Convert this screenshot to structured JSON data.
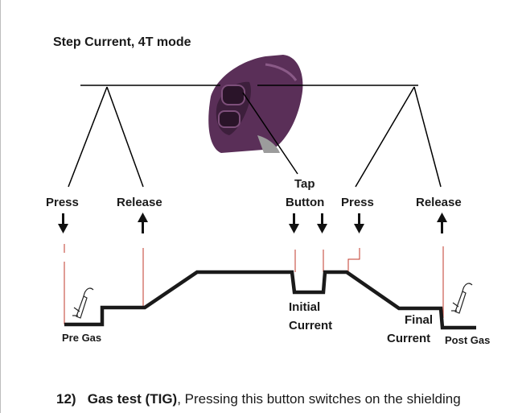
{
  "heading": "Step Current, 4T mode",
  "labels": {
    "press_1": "Press",
    "release_1": "Release",
    "tap": "Tap",
    "button": "Button",
    "press_2": "Press",
    "release_2": "Release",
    "pre_gas": "Pre Gas",
    "initial": "Initial",
    "current_1": "Current",
    "final": "Final",
    "current_2": "Current",
    "post_gas": "Post Gas"
  },
  "paragraph": {
    "number": "12)",
    "term": "Gas test (TIG)",
    "text": ", Pressing this button switches on the shielding"
  },
  "colors": {
    "torch_body": "#5a2f58",
    "signal_line": "#c0392b",
    "curve": "#222222"
  }
}
